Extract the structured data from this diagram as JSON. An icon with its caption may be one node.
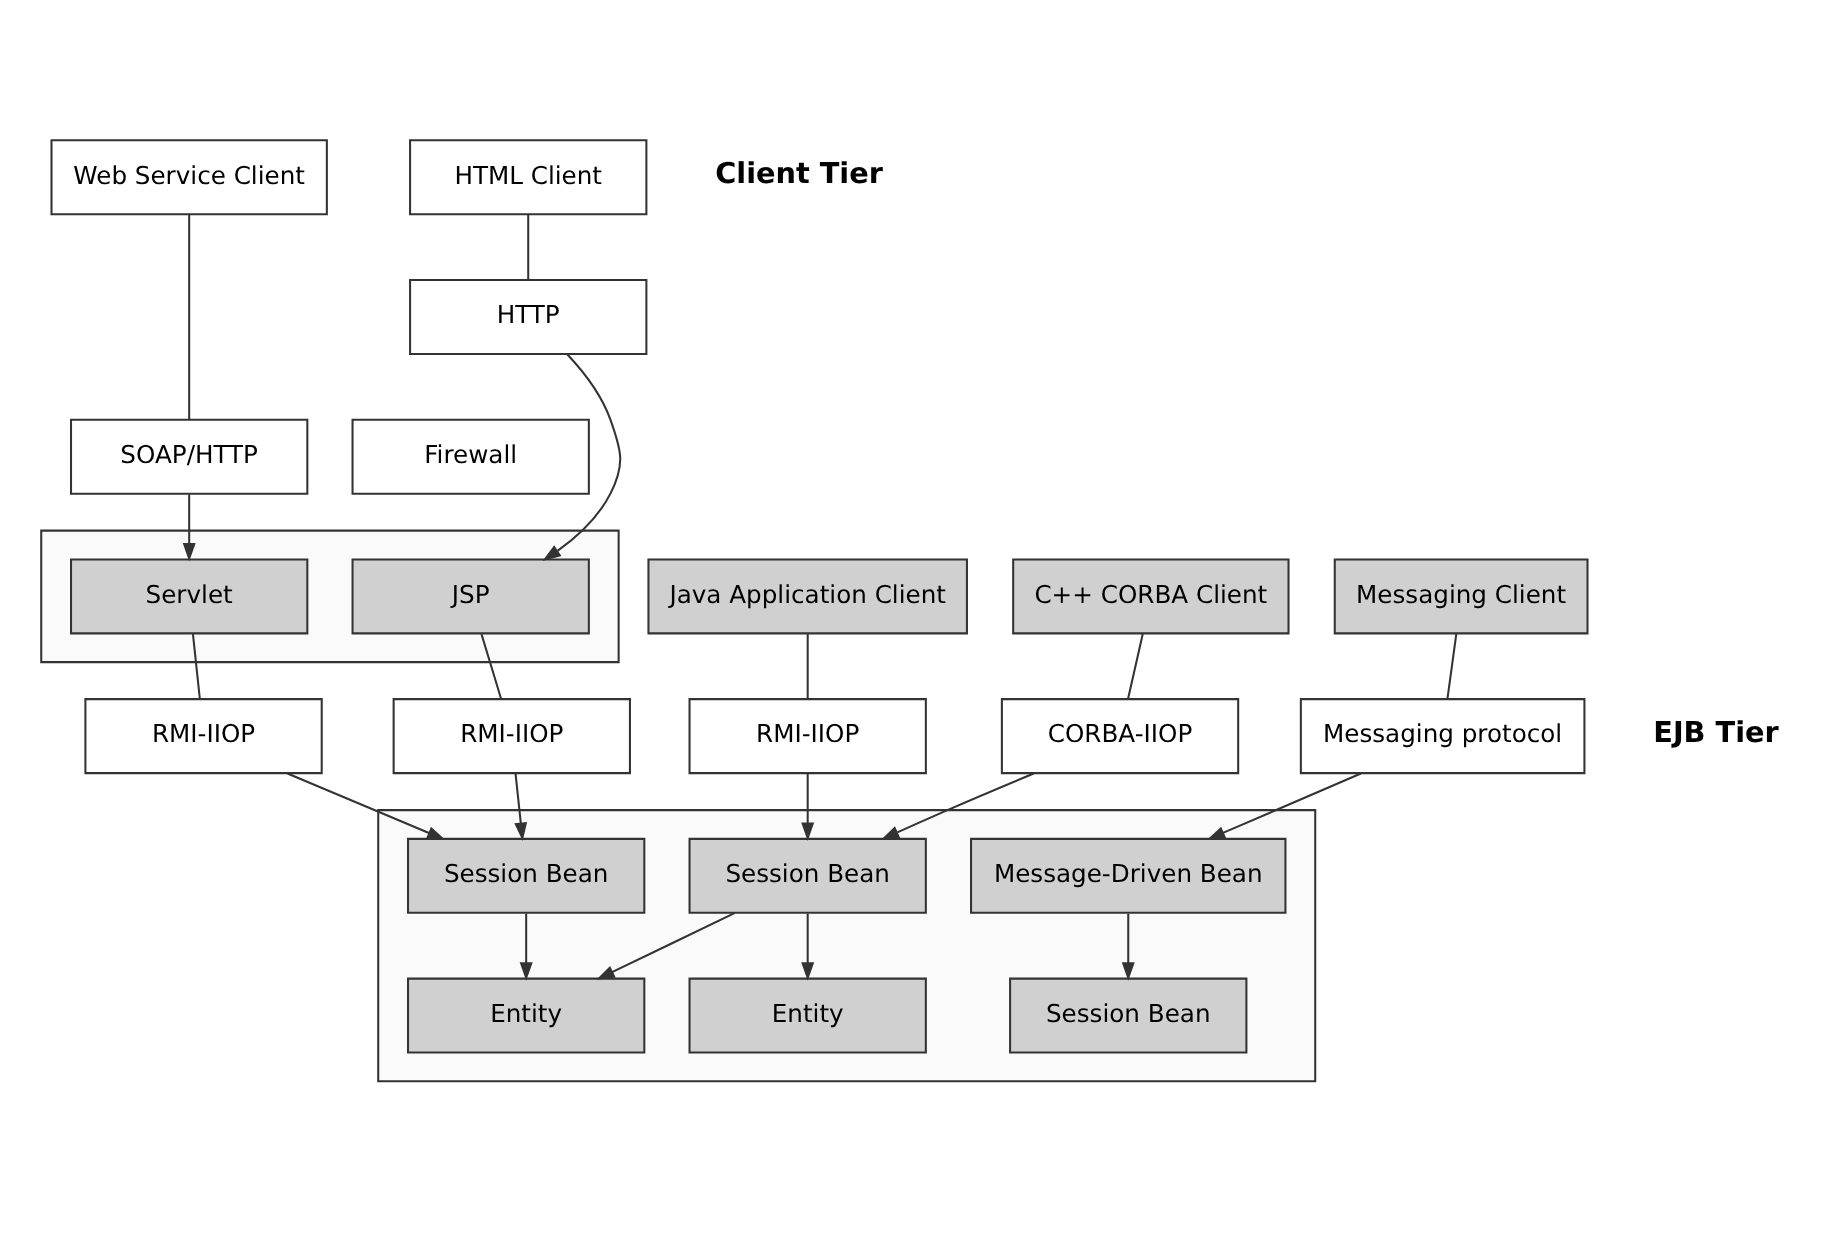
{
  "diagram": {
    "nodes": [
      {
        "text": [
          "Web Service Client"
        ]
      },
      {
        "text": [
          "HTML Client"
        ]
      },
      {
        "text": [
          "SOAP/HTTP"
        ]
      },
      {
        "text": [
          "HTTP"
        ]
      },
      {
        "text": [
          "Firewall"
        ]
      },
      {
        "text": [
          "Messaging Client"
        ]
      },
      {
        "text": [
          "C++ CORBA Client"
        ]
      },
      {
        "text": [
          "Java Application Client"
        ]
      },
      {
        "text": [],
        "shape": "box"
      },
      {
        "text": [
          "Servlet"
        ],
        "in": 8
      },
      {
        "text": [
          "JSP"
        ],
        "in": 8
      },
      {
        "text": [
          "Messaging protocol"
        ]
      },
      {
        "text": [
          "CORBA-IIOP"
        ]
      },
      {
        "text": [
          "RMI-IIOP"
        ]
      },
      {
        "text": [
          "RMI-IIOP"
        ]
      },
      {
        "text": [
          "RMI-IIOP"
        ]
      },
      {
        "text": [],
        "shape": "box"
      },
      {
        "text": [
          "Message-Driven Bean"
        ],
        "in": 16
      },
      {
        "text": [
          "Session Bean"
        ],
        "in": 16
      },
      {
        "text": [
          "Session Bean"
        ],
        "in": 16
      },
      {
        "text": [
          "Session Bean"
        ],
        "in": 16
      },
      {
        "text": [
          "Entity"
        ],
        "in": 16
      },
      {
        "text": [
          "Entity"
        ],
        "in": 16
      }
    ],
    "edges": [
      {
        "from": 0,
        "to": 2,
        "arrow": "none"
      },
      {
        "from": 2,
        "to": 9,
        "arrow": "to"
      },
      {
        "from": 1,
        "to": 3,
        "arrow": "none"
      },
      {
        "from": 3,
        "to": 10,
        "arrow": "to"
      },
      {
        "from": 5,
        "to": 11,
        "arrow": "none"
      },
      {
        "from": 11,
        "to": 17,
        "arrow": "to"
      },
      {
        "from": 6,
        "to": 12,
        "arrow": "none"
      },
      {
        "from": 12,
        "to": 18,
        "arrow": "to"
      },
      {
        "from": 7,
        "to": 13,
        "arrow": "none"
      },
      {
        "from": 13,
        "to": 18,
        "arrow": "to"
      },
      {
        "from": 9,
        "to": 14,
        "arrow": "none"
      },
      {
        "from": 14,
        "to": 19,
        "arrow": "to"
      },
      {
        "from": 10,
        "to": 15,
        "arrow": "none"
      },
      {
        "from": 15,
        "to": 19,
        "arrow": "to"
      },
      {
        "from": 17,
        "to": 20,
        "arrow": "to"
      },
      {
        "from": 18,
        "to": 21,
        "arrow": "to"
      },
      {
        "from": 18,
        "to": 22,
        "arrow": "to"
      },
      {
        "from": 19,
        "to": 22,
        "arrow": "to"
      }
    ],
    "labels": [
      "Client Tier",
      "EJB Tier"
    ]
  }
}
